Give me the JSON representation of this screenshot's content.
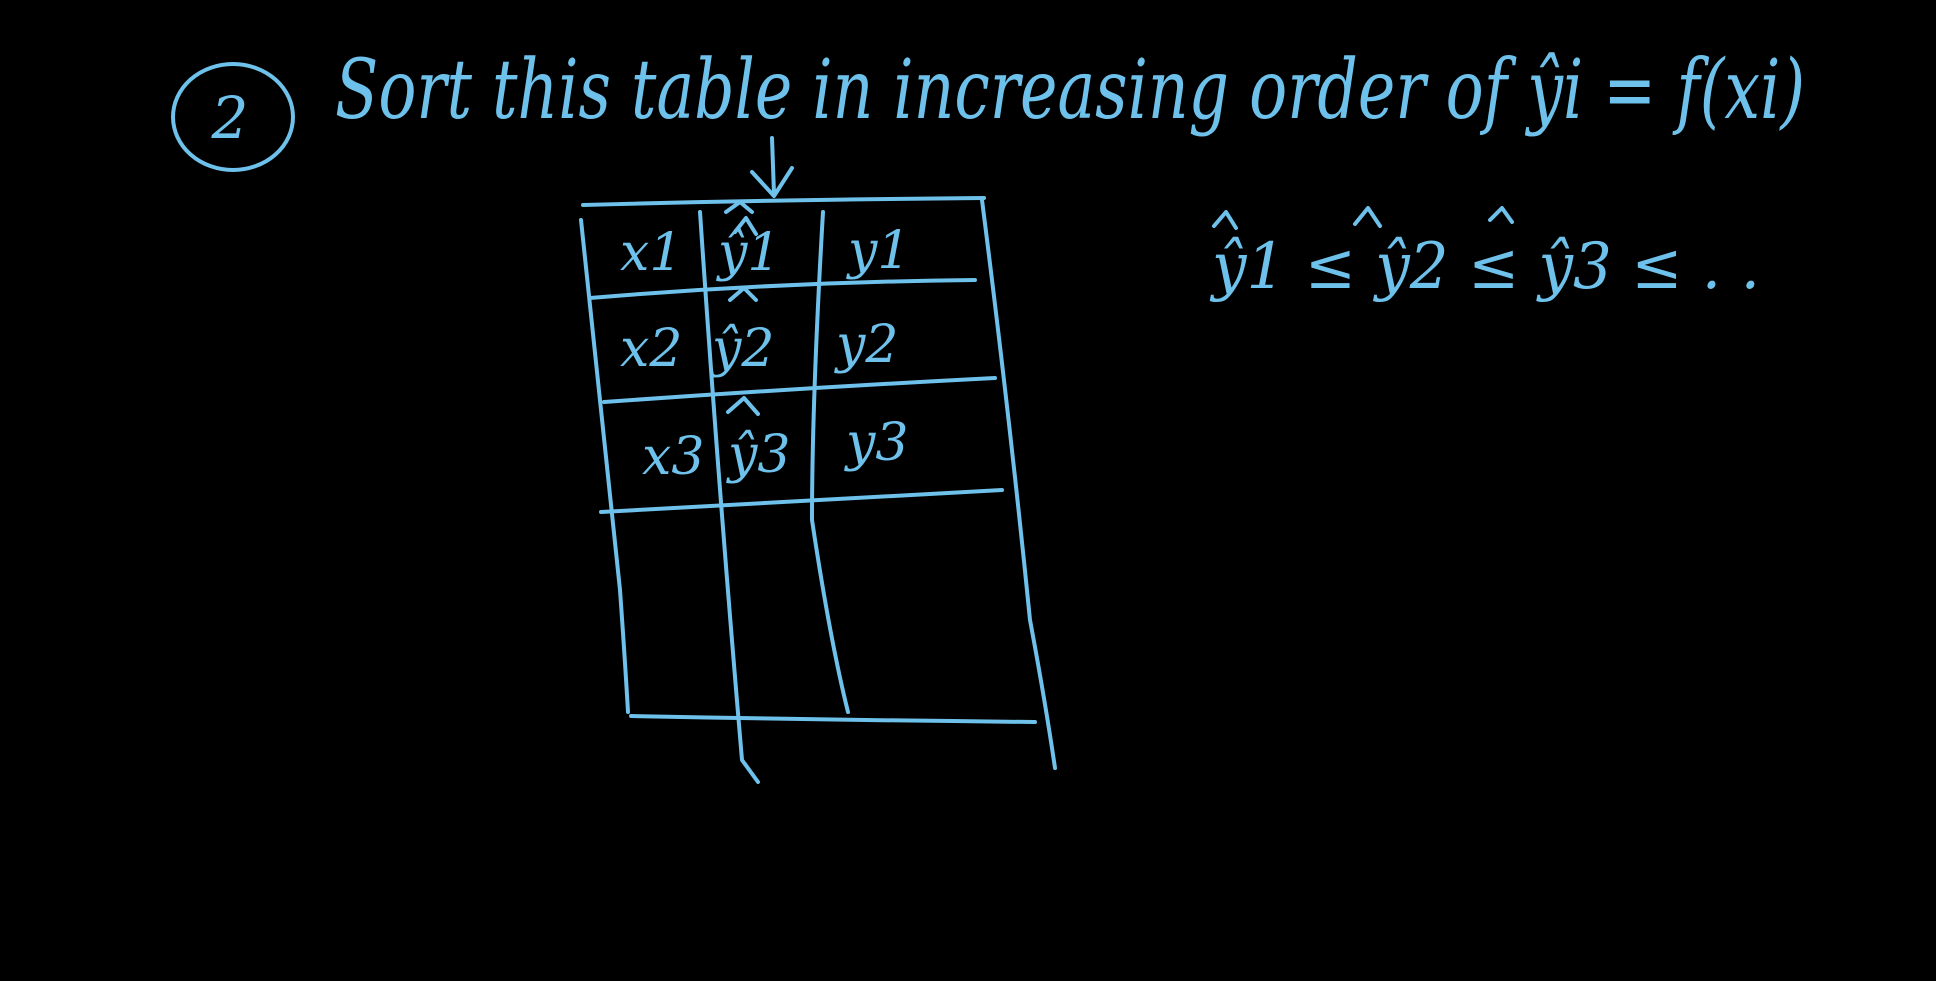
{
  "ink_color": "#6ec1ea",
  "background_color": "#000000",
  "heading": {
    "number": "2",
    "text": "Sort this table in increasing order of ŷi = f(xi)"
  },
  "table": {
    "rows": [
      [
        "x1",
        "ŷ1",
        "y1"
      ],
      [
        "x2",
        "ŷ2",
        "y2"
      ],
      [
        "x3",
        "ŷ3",
        "y3"
      ]
    ],
    "empty_rows": 1,
    "sort_column_arrow": "↓"
  },
  "inequality": "ŷ1 ≤ ŷ2 ≤ ŷ3 ≤ . ."
}
